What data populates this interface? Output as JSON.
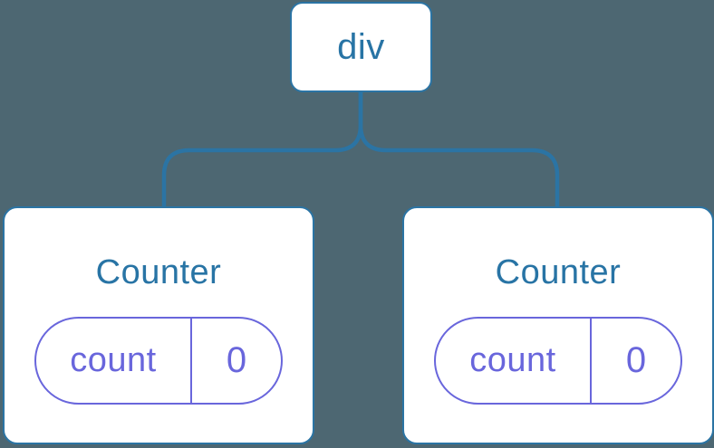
{
  "colors": {
    "background": "#4d6772",
    "card": "#ffffff",
    "blue": "#2b74a4",
    "blue_text": "#2874a5",
    "purple": "#6966dc"
  },
  "tree": {
    "root": {
      "label": "div"
    },
    "children": [
      {
        "title": "Counter",
        "state": {
          "key": "count",
          "value": "0"
        }
      },
      {
        "title": "Counter",
        "state": {
          "key": "count",
          "value": "0"
        }
      }
    ]
  }
}
